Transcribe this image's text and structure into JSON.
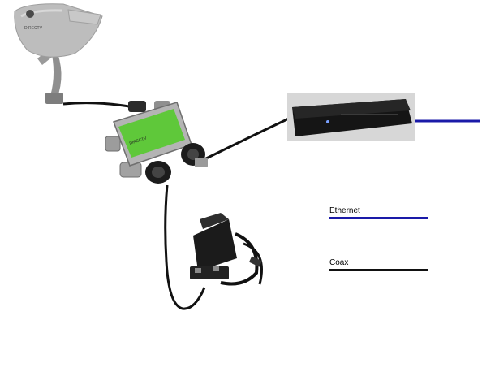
{
  "colors": {
    "ethernet": "#1a1aa8",
    "coax": "#111111",
    "splitter_green": "#5fc83a",
    "metal": "#a8a8a8",
    "device_black": "#151515",
    "dish_gray": "#b9b9b9"
  },
  "devices": {
    "dish": {
      "brand": "DIRECTV",
      "icon": "satellite-dish-icon"
    },
    "splitter": {
      "brand": "DIRECTV",
      "icon": "coax-splitter-icon"
    },
    "receiver": {
      "icon": "receiver-box-icon"
    },
    "power_inserter": {
      "icon": "power-inserter-icon"
    }
  },
  "legend": {
    "items": [
      {
        "label": "Ethernet",
        "type": "ethernet"
      },
      {
        "label": "Coax",
        "type": "coax"
      }
    ]
  }
}
